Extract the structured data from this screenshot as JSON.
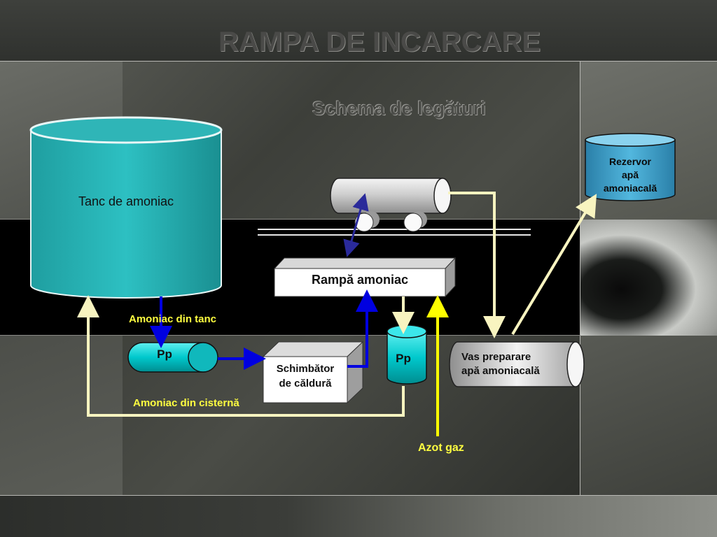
{
  "title": "RAMPA DE INCARCARE",
  "subtitle": "Schema de legături",
  "nodes": {
    "tank": "Tanc de amoniac",
    "reservoir": [
      "Rezervor",
      "apă",
      "amoniacală"
    ],
    "ramp": "Rampă amoniac",
    "pump_left": "Pp",
    "pump_right": "Pp",
    "exchanger": [
      "Schimbător",
      "de căldură"
    ],
    "prep_vessel": [
      "Vas preparare",
      "apă amoniacală"
    ]
  },
  "flows": {
    "from_tank": "Amoniac din tanc",
    "from_cistern": "Amoniac din cisternă",
    "nitrogen": "Azot gaz"
  },
  "colors": {
    "ammonia_line": "#0000e0",
    "return_line": "#f8f4c0",
    "nitrogen_line": "#ffff00",
    "label_yellow": "#ffff40",
    "tank_fill": "#26b3b5"
  }
}
